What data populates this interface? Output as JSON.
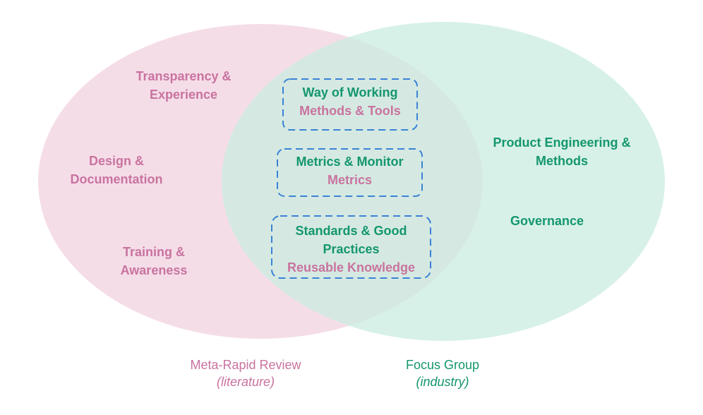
{
  "colors": {
    "literature": "#c9739f",
    "industry": "#14966e",
    "literature_fill": "#f5dde8",
    "industry_fill": "#c9ece0",
    "overlap_fill": "#c8d8d0",
    "dashed_box": "#3b82d6"
  },
  "literature_only": [
    "Transparency & Experience",
    "Design & Documentation",
    "Training & Awareness"
  ],
  "industry_only": [
    "Product Engineering & Methods",
    "Governance"
  ],
  "overlap": [
    {
      "industry": "Way of Working",
      "literature": "Methods & Tools"
    },
    {
      "industry": "Metrics & Monitor",
      "literature": "Metrics"
    },
    {
      "industry": "Standards & Good Practices",
      "literature": "Reusable Knowledge"
    }
  ],
  "captions": {
    "literature": {
      "title": "Meta-Rapid Review",
      "subtitle": "(literature)"
    },
    "industry": {
      "title": "Focus Group",
      "subtitle": "(industry)"
    }
  }
}
